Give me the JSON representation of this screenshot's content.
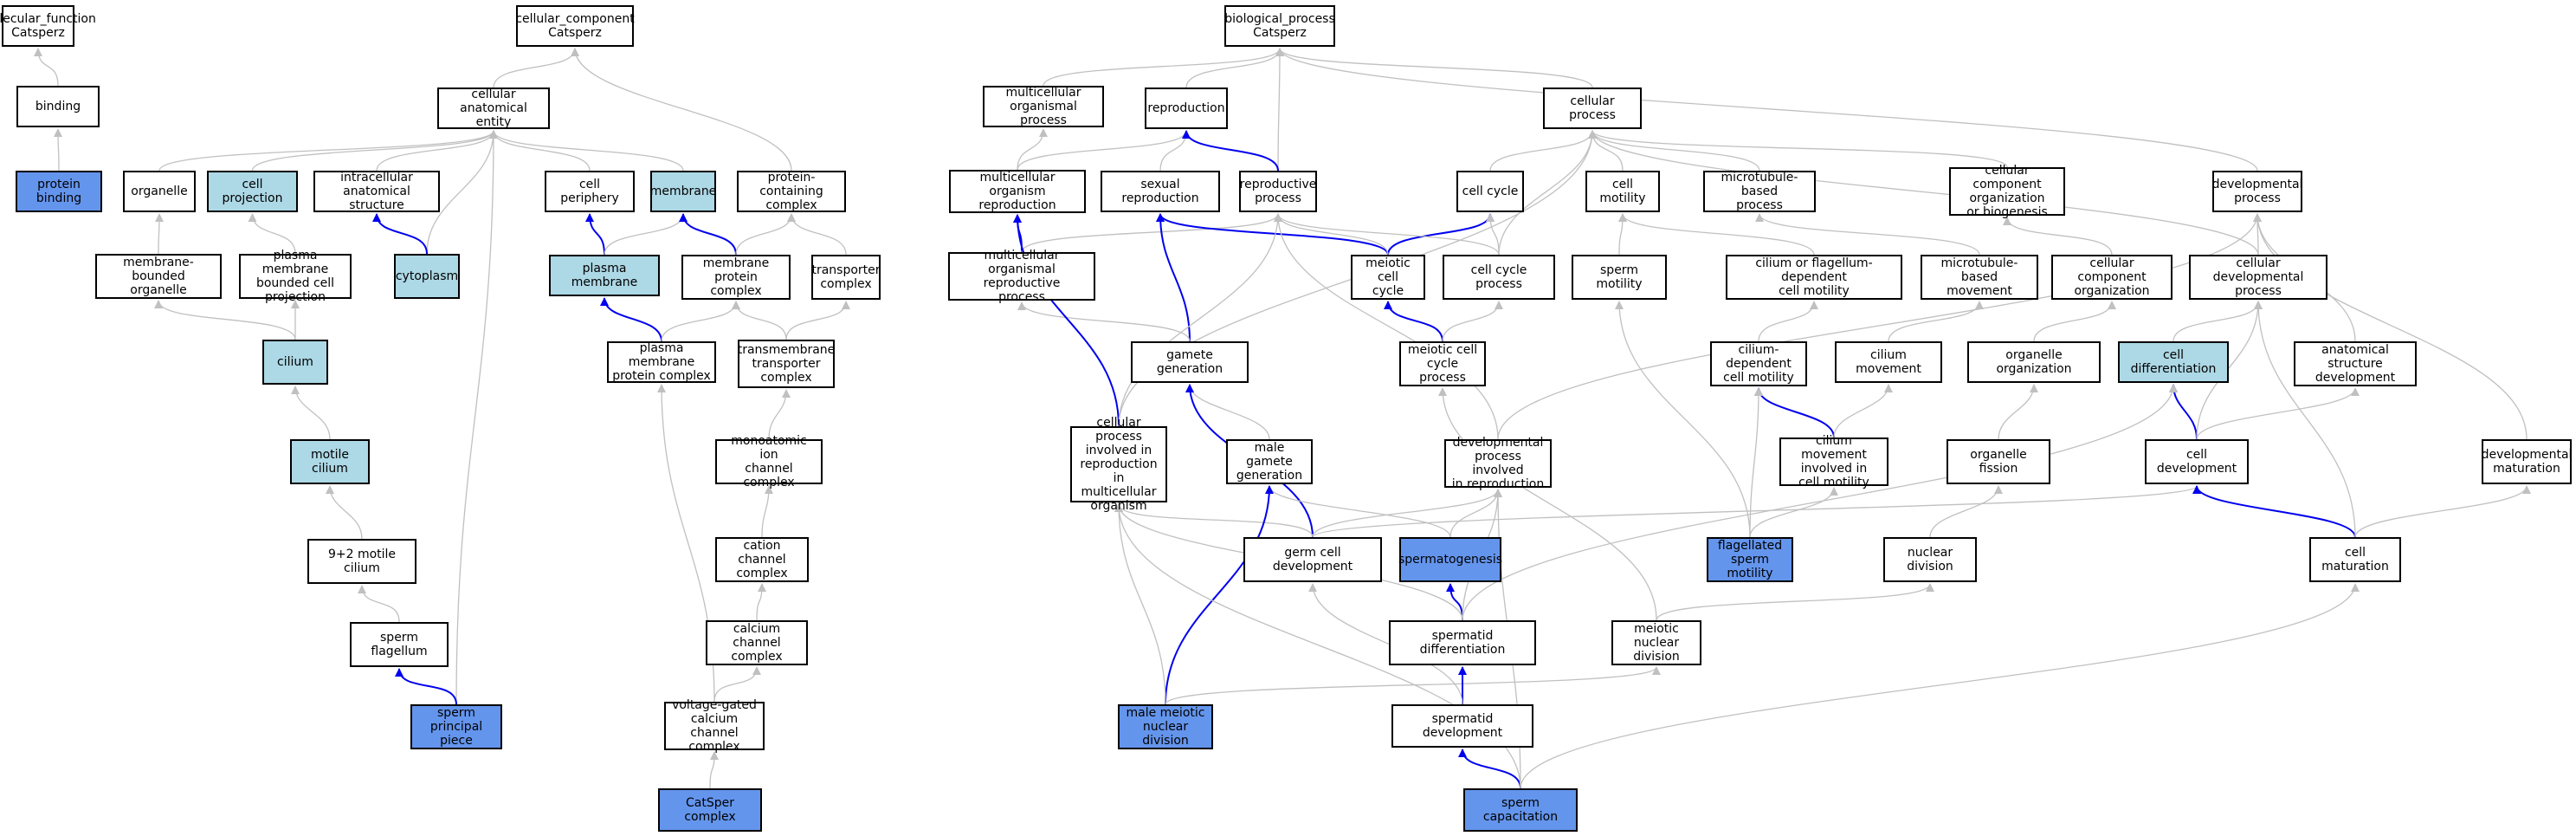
{
  "colors": {
    "edge_grey": "#c0c0c0",
    "edge_blue": "#0000ee",
    "fill_light": "#add8e6",
    "fill_dark": "#6495ed"
  },
  "nodes": {
    "mf_root": {
      "label": "molecular_function\nCatsperz",
      "fill": "white"
    },
    "binding": {
      "label": "binding",
      "fill": "white"
    },
    "protein_binding": {
      "label": "protein binding",
      "fill": "dark"
    },
    "cc_root": {
      "label": "cellular_component\nCatsperz",
      "fill": "white"
    },
    "cae": {
      "label": "cellular anatomical\nentity",
      "fill": "white"
    },
    "organelle": {
      "label": "organelle",
      "fill": "white"
    },
    "cell_projection": {
      "label": "cell projection",
      "fill": "light"
    },
    "intracellular": {
      "label": "intracellular\nanatomical structure",
      "fill": "white"
    },
    "cytoplasm": {
      "label": "cytoplasm",
      "fill": "light"
    },
    "membrane_bounded": {
      "label": "membrane-bounded\norganelle",
      "fill": "white"
    },
    "pm_bounded": {
      "label": "plasma membrane\nbounded cell\nprojection",
      "fill": "white"
    },
    "cilium": {
      "label": "cilium",
      "fill": "light"
    },
    "motile_cilium": {
      "label": "motile cilium",
      "fill": "light"
    },
    "ninetwo": {
      "label": "9+2 motile cilium",
      "fill": "white"
    },
    "sperm_flagellum": {
      "label": "sperm flagellum",
      "fill": "white"
    },
    "sperm_principal": {
      "label": "sperm principal\npiece",
      "fill": "dark"
    },
    "cell_periphery": {
      "label": "cell periphery",
      "fill": "white"
    },
    "membrane": {
      "label": "membrane",
      "fill": "light"
    },
    "plasma_membrane": {
      "label": "plasma membrane",
      "fill": "light"
    },
    "pm_protein_complex": {
      "label": "plasma membrane\nprotein complex",
      "fill": "white"
    },
    "protein_containing": {
      "label": "protein-containing\ncomplex",
      "fill": "white"
    },
    "membrane_protein_complex": {
      "label": "membrane protein\ncomplex",
      "fill": "white"
    },
    "transporter_complex": {
      "label": "transporter\ncomplex",
      "fill": "white"
    },
    "transmembrane_transporter": {
      "label": "transmembrane\ntransporter\ncomplex",
      "fill": "white"
    },
    "monoatomic": {
      "label": "monoatomic ion\nchannel complex",
      "fill": "white"
    },
    "cation_channel": {
      "label": "cation channel\ncomplex",
      "fill": "white"
    },
    "calcium_channel": {
      "label": "calcium channel\ncomplex",
      "fill": "white"
    },
    "vg_calcium": {
      "label": "voltage-gated\ncalcium channel\ncomplex",
      "fill": "white"
    },
    "catsper_complex": {
      "label": "CatSper complex",
      "fill": "dark"
    },
    "bp_root": {
      "label": "biological_process\nCatsperz",
      "fill": "white"
    },
    "multicellular_process": {
      "label": "multicellular\norganismal process",
      "fill": "white"
    },
    "reproduction": {
      "label": "reproduction",
      "fill": "white"
    },
    "cellular_process": {
      "label": "cellular process",
      "fill": "white"
    },
    "multicellular_reproduction": {
      "label": "multicellular\norganism reproduction",
      "fill": "white"
    },
    "sexual_reproduction": {
      "label": "sexual reproduction",
      "fill": "white"
    },
    "reproductive_process": {
      "label": "reproductive\nprocess",
      "fill": "white"
    },
    "cell_cycle": {
      "label": "cell cycle",
      "fill": "white"
    },
    "cell_motility": {
      "label": "cell motility",
      "fill": "white"
    },
    "microtubule_based_process": {
      "label": "microtubule-based\nprocess",
      "fill": "white"
    },
    "ccob": {
      "label": "cellular component\norganization\nor biogenesis",
      "fill": "white"
    },
    "developmental_process": {
      "label": "developmental\nprocess",
      "fill": "white"
    },
    "mor_process": {
      "label": "multicellular\norganismal reproductive\nprocess",
      "fill": "white"
    },
    "meiotic_cell_cycle": {
      "label": "meiotic cell\ncycle",
      "fill": "white"
    },
    "cell_cycle_process": {
      "label": "cell cycle process",
      "fill": "white"
    },
    "sperm_motility": {
      "label": "sperm motility",
      "fill": "white"
    },
    "cilium_flagellum_motility": {
      "label": "cilium or flagellum-dependent\ncell motility",
      "fill": "white"
    },
    "microtubule_movement": {
      "label": "microtubule-based\nmovement",
      "fill": "white"
    },
    "cc_organization": {
      "label": "cellular component\norganization",
      "fill": "white"
    },
    "cellular_developmental": {
      "label": "cellular developmental\nprocess",
      "fill": "white"
    },
    "gamete_generation": {
      "label": "gamete generation",
      "fill": "white"
    },
    "meiotic_cc_process": {
      "label": "meiotic cell\ncycle process",
      "fill": "white"
    },
    "cilium_dependent_motility": {
      "label": "cilium-dependent\ncell motility",
      "fill": "white"
    },
    "cilium_movement": {
      "label": "cilium movement",
      "fill": "white"
    },
    "organelle_organization": {
      "label": "organelle organization",
      "fill": "white"
    },
    "cell_differentiation": {
      "label": "cell differentiation",
      "fill": "light"
    },
    "anatomical_development": {
      "label": "anatomical structure\ndevelopment",
      "fill": "white"
    },
    "cp_involved_reproduction": {
      "label": "cellular process\ninvolved in\nreproduction\nin multicellular\norganism",
      "fill": "white"
    },
    "male_gamete": {
      "label": "male gamete\ngeneration",
      "fill": "white"
    },
    "dev_process_reproduction": {
      "label": "developmental\nprocess involved\nin reproduction",
      "fill": "white"
    },
    "cilium_movement_motility": {
      "label": "cilium movement\ninvolved in\ncell motility",
      "fill": "white"
    },
    "organelle_fission": {
      "label": "organelle fission",
      "fill": "white"
    },
    "cell_development": {
      "label": "cell development",
      "fill": "white"
    },
    "developmental_maturation": {
      "label": "developmental\nmaturation",
      "fill": "white"
    },
    "germ_cell_development": {
      "label": "germ cell development",
      "fill": "white"
    },
    "spermatogenesis": {
      "label": "spermatogenesis",
      "fill": "dark"
    },
    "flagellated_motility": {
      "label": "flagellated\nsperm motility",
      "fill": "dark"
    },
    "nuclear_division": {
      "label": "nuclear division",
      "fill": "white"
    },
    "cell_maturation": {
      "label": "cell maturation",
      "fill": "white"
    },
    "spermatid_differentiation": {
      "label": "spermatid differentiation",
      "fill": "white"
    },
    "meiotic_nuclear_division": {
      "label": "meiotic nuclear\ndivision",
      "fill": "white"
    },
    "male_meiotic": {
      "label": "male meiotic\nnuclear division",
      "fill": "dark"
    },
    "spermatid_development": {
      "label": "spermatid development",
      "fill": "white"
    },
    "sperm_capacitation": {
      "label": "sperm capacitation",
      "fill": "dark"
    }
  },
  "edges": [
    {
      "from": "binding",
      "to": "mf_root",
      "color": "grey"
    },
    {
      "from": "protein_binding",
      "to": "binding",
      "color": "grey"
    },
    {
      "from": "cae",
      "to": "cc_root",
      "color": "grey"
    },
    {
      "from": "protein_containing",
      "to": "cc_root",
      "color": "grey"
    },
    {
      "from": "organelle",
      "to": "cae",
      "color": "grey"
    },
    {
      "from": "cell_projection",
      "to": "cae",
      "color": "grey"
    },
    {
      "from": "intracellular",
      "to": "cae",
      "color": "grey"
    },
    {
      "from": "cytoplasm",
      "to": "cae",
      "color": "grey"
    },
    {
      "from": "cytoplasm",
      "to": "intracellular",
      "color": "blue"
    },
    {
      "from": "sperm_principal",
      "to": "cae",
      "color": "grey"
    },
    {
      "from": "cell_periphery",
      "to": "cae",
      "color": "grey"
    },
    {
      "from": "membrane",
      "to": "cae",
      "color": "grey"
    },
    {
      "from": "membrane_bounded",
      "to": "organelle",
      "color": "grey"
    },
    {
      "from": "pm_bounded",
      "to": "cell_projection",
      "color": "grey"
    },
    {
      "from": "cilium",
      "to": "membrane_bounded",
      "color": "grey"
    },
    {
      "from": "cilium",
      "to": "pm_bounded",
      "color": "grey"
    },
    {
      "from": "motile_cilium",
      "to": "cilium",
      "color": "grey"
    },
    {
      "from": "ninetwo",
      "to": "motile_cilium",
      "color": "grey"
    },
    {
      "from": "sperm_flagellum",
      "to": "ninetwo",
      "color": "grey"
    },
    {
      "from": "sperm_principal",
      "to": "sperm_flagellum",
      "color": "blue"
    },
    {
      "from": "plasma_membrane",
      "to": "cell_periphery",
      "color": "blue"
    },
    {
      "from": "plasma_membrane",
      "to": "membrane",
      "color": "grey"
    },
    {
      "from": "membrane_protein_complex",
      "to": "membrane",
      "color": "blue"
    },
    {
      "from": "membrane_protein_complex",
      "to": "protein_containing",
      "color": "grey"
    },
    {
      "from": "transporter_complex",
      "to": "protein_containing",
      "color": "grey"
    },
    {
      "from": "pm_protein_complex",
      "to": "plasma_membrane",
      "color": "blue"
    },
    {
      "from": "pm_protein_complex",
      "to": "membrane_protein_complex",
      "color": "grey"
    },
    {
      "from": "transmembrane_transporter",
      "to": "membrane_protein_complex",
      "color": "grey"
    },
    {
      "from": "transmembrane_transporter",
      "to": "transporter_complex",
      "color": "grey"
    },
    {
      "from": "monoatomic",
      "to": "transmembrane_transporter",
      "color": "grey"
    },
    {
      "from": "cation_channel",
      "to": "monoatomic",
      "color": "grey"
    },
    {
      "from": "calcium_channel",
      "to": "cation_channel",
      "color": "grey"
    },
    {
      "from": "vg_calcium",
      "to": "calcium_channel",
      "color": "grey"
    },
    {
      "from": "vg_calcium",
      "to": "pm_protein_complex",
      "color": "grey"
    },
    {
      "from": "catsper_complex",
      "to": "vg_calcium",
      "color": "grey"
    },
    {
      "from": "multicellular_process",
      "to": "bp_root",
      "color": "grey"
    },
    {
      "from": "reproduction",
      "to": "bp_root",
      "color": "grey"
    },
    {
      "from": "cellular_process",
      "to": "bp_root",
      "color": "grey"
    },
    {
      "from": "reproductive_process",
      "to": "bp_root",
      "color": "grey"
    },
    {
      "from": "developmental_process",
      "to": "bp_root",
      "color": "grey"
    },
    {
      "from": "multicellular_reproduction",
      "to": "multicellular_process",
      "color": "grey"
    },
    {
      "from": "multicellular_reproduction",
      "to": "reproduction",
      "color": "grey"
    },
    {
      "from": "sexual_reproduction",
      "to": "reproduction",
      "color": "grey"
    },
    {
      "from": "reproductive_process",
      "to": "reproduction",
      "color": "blue"
    },
    {
      "from": "cell_cycle",
      "to": "cellular_process",
      "color": "grey"
    },
    {
      "from": "cell_motility",
      "to": "cellular_process",
      "color": "grey"
    },
    {
      "from": "microtubule_based_process",
      "to": "cellular_process",
      "color": "grey"
    },
    {
      "from": "ccob",
      "to": "cellular_process",
      "color": "grey"
    },
    {
      "from": "cellular_developmental",
      "to": "cellular_process",
      "color": "grey"
    },
    {
      "from": "cell_cycle_process",
      "to": "cellular_process",
      "color": "grey"
    },
    {
      "from": "cp_involved_reproduction",
      "to": "cellular_process",
      "color": "grey"
    },
    {
      "from": "mor_process",
      "to": "multicellular_reproduction",
      "color": "blue"
    },
    {
      "from": "mor_process",
      "to": "reproductive_process",
      "color": "grey"
    },
    {
      "from": "meiotic_cell_cycle",
      "to": "sexual_reproduction",
      "color": "blue"
    },
    {
      "from": "meiotic_cell_cycle",
      "to": "cell_cycle",
      "color": "blue"
    },
    {
      "from": "meiotic_cell_cycle",
      "to": "reproductive_process",
      "color": "grey"
    },
    {
      "from": "cell_cycle_process",
      "to": "cell_cycle",
      "color": "grey"
    },
    {
      "from": "cell_cycle_process",
      "to": "reproductive_process",
      "color": "grey"
    },
    {
      "from": "sperm_motility",
      "to": "cell_motility",
      "color": "grey"
    },
    {
      "from": "cilium_flagellum_motility",
      "to": "cell_motility",
      "color": "grey"
    },
    {
      "from": "microtubule_movement",
      "to": "microtubule_based_process",
      "color": "grey"
    },
    {
      "from": "cc_organization",
      "to": "ccob",
      "color": "grey"
    },
    {
      "from": "cellular_developmental",
      "to": "developmental_process",
      "color": "grey"
    },
    {
      "from": "gamete_generation",
      "to": "sexual_reproduction",
      "color": "blue"
    },
    {
      "from": "gamete_generation",
      "to": "mor_process",
      "color": "grey"
    },
    {
      "from": "meiotic_cc_process",
      "to": "meiotic_cell_cycle",
      "color": "blue"
    },
    {
      "from": "meiotic_cc_process",
      "to": "cell_cycle_process",
      "color": "grey"
    },
    {
      "from": "cilium_dependent_motility",
      "to": "cilium_flagellum_motility",
      "color": "grey"
    },
    {
      "from": "cilium_movement",
      "to": "microtubule_movement",
      "color": "grey"
    },
    {
      "from": "organelle_organization",
      "to": "cc_organization",
      "color": "grey"
    },
    {
      "from": "cell_differentiation",
      "to": "cellular_developmental",
      "color": "grey"
    },
    {
      "from": "anatomical_development",
      "to": "developmental_process",
      "color": "grey"
    },
    {
      "from": "cp_involved_reproduction",
      "to": "multicellular_reproduction",
      "color": "blue"
    },
    {
      "from": "cp_involved_reproduction",
      "to": "reproductive_process",
      "color": "grey"
    },
    {
      "from": "male_gamete",
      "to": "gamete_generation",
      "color": "grey"
    },
    {
      "from": "dev_process_reproduction",
      "to": "developmental_process",
      "color": "grey"
    },
    {
      "from": "dev_process_reproduction",
      "to": "reproductive_process",
      "color": "grey"
    },
    {
      "from": "cilium_movement_motility",
      "to": "cilium_dependent_motility",
      "color": "blue"
    },
    {
      "from": "cilium_movement_motility",
      "to": "cilium_movement",
      "color": "grey"
    },
    {
      "from": "organelle_fission",
      "to": "organelle_organization",
      "color": "grey"
    },
    {
      "from": "cell_development",
      "to": "cell_differentiation",
      "color": "blue"
    },
    {
      "from": "cell_development",
      "to": "cellular_developmental",
      "color": "grey"
    },
    {
      "from": "cell_development",
      "to": "anatomical_development",
      "color": "grey"
    },
    {
      "from": "developmental_maturation",
      "to": "developmental_process",
      "color": "grey"
    },
    {
      "from": "germ_cell_development",
      "to": "gamete_generation",
      "color": "blue"
    },
    {
      "from": "germ_cell_development",
      "to": "cp_involved_reproduction",
      "color": "grey"
    },
    {
      "from": "germ_cell_development",
      "to": "dev_process_reproduction",
      "color": "grey"
    },
    {
      "from": "germ_cell_development",
      "to": "cell_development",
      "color": "grey"
    },
    {
      "from": "spermatogenesis",
      "to": "male_gamete",
      "color": "grey"
    },
    {
      "from": "spermatogenesis",
      "to": "dev_process_reproduction",
      "color": "grey"
    },
    {
      "from": "flagellated_motility",
      "to": "sperm_motility",
      "color": "grey"
    },
    {
      "from": "flagellated_motility",
      "to": "cilium_dependent_motility",
      "color": "grey"
    },
    {
      "from": "flagellated_motility",
      "to": "cilium_movement_motility",
      "color": "grey"
    },
    {
      "from": "nuclear_division",
      "to": "organelle_fission",
      "color": "grey"
    },
    {
      "from": "cell_maturation",
      "to": "cell_development",
      "color": "blue"
    },
    {
      "from": "cell_maturation",
      "to": "developmental_maturation",
      "color": "grey"
    },
    {
      "from": "cell_maturation",
      "to": "cellular_developmental",
      "color": "grey"
    },
    {
      "from": "spermatid_differentiation",
      "to": "spermatogenesis",
      "color": "blue"
    },
    {
      "from": "spermatid_differentiation",
      "to": "cp_involved_reproduction",
      "color": "grey"
    },
    {
      "from": "spermatid_differentiation",
      "to": "cell_differentiation",
      "color": "grey"
    },
    {
      "from": "spermatid_differentiation",
      "to": "dev_process_reproduction",
      "color": "grey"
    },
    {
      "from": "meiotic_nuclear_division",
      "to": "meiotic_cc_process",
      "color": "grey"
    },
    {
      "from": "meiotic_nuclear_division",
      "to": "nuclear_division",
      "color": "grey"
    },
    {
      "from": "male_meiotic",
      "to": "male_gamete",
      "color": "blue"
    },
    {
      "from": "male_meiotic",
      "to": "cp_involved_reproduction",
      "color": "grey"
    },
    {
      "from": "male_meiotic",
      "to": "meiotic_nuclear_division",
      "color": "grey"
    },
    {
      "from": "spermatid_development",
      "to": "spermatid_differentiation",
      "color": "blue"
    },
    {
      "from": "spermatid_development",
      "to": "germ_cell_development",
      "color": "grey"
    },
    {
      "from": "sperm_capacitation",
      "to": "spermatid_development",
      "color": "blue"
    },
    {
      "from": "sperm_capacitation",
      "to": "cp_involved_reproduction",
      "color": "grey"
    },
    {
      "from": "sperm_capacitation",
      "to": "dev_process_reproduction",
      "color": "grey"
    },
    {
      "from": "sperm_capacitation",
      "to": "cell_maturation",
      "color": "grey"
    }
  ]
}
